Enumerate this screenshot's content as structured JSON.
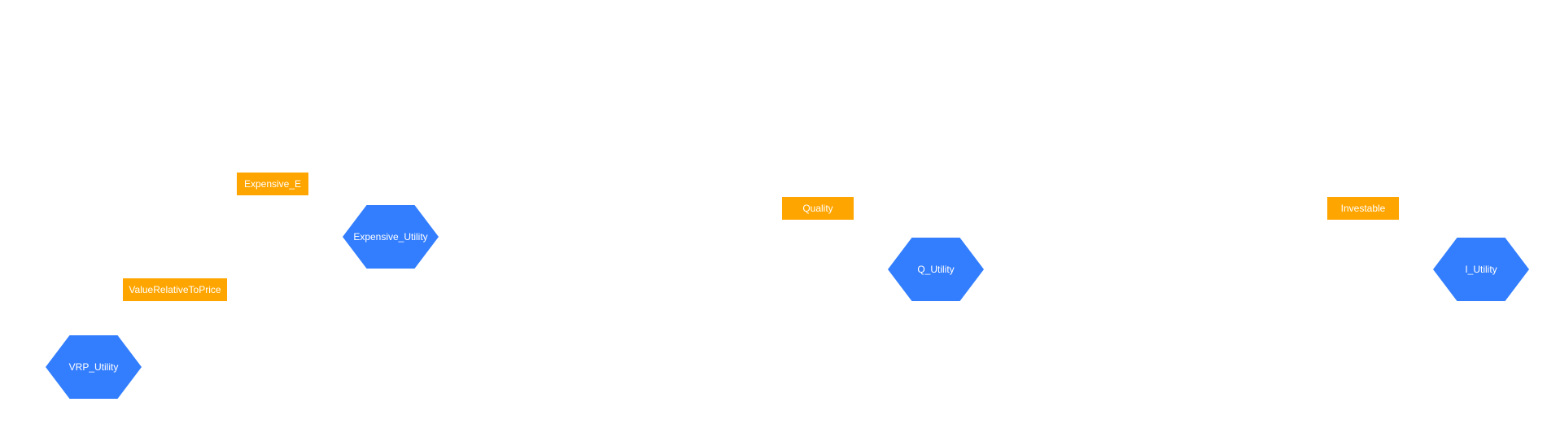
{
  "colors": {
    "decision_node": "#ffa500",
    "utility_node": "#337eff",
    "node_text": "#ffffff",
    "background": "#ffffff"
  },
  "diagram": {
    "decision_nodes": [
      {
        "label": "Expensive_E"
      },
      {
        "label": "ValueRelativeToPrice"
      },
      {
        "label": "Quality"
      },
      {
        "label": "Investable"
      }
    ],
    "utility_nodes": [
      {
        "label": "Expensive_Utility"
      },
      {
        "label": "VRP_Utility"
      },
      {
        "label": "Q_Utility"
      },
      {
        "label": "I_Utility"
      }
    ]
  }
}
